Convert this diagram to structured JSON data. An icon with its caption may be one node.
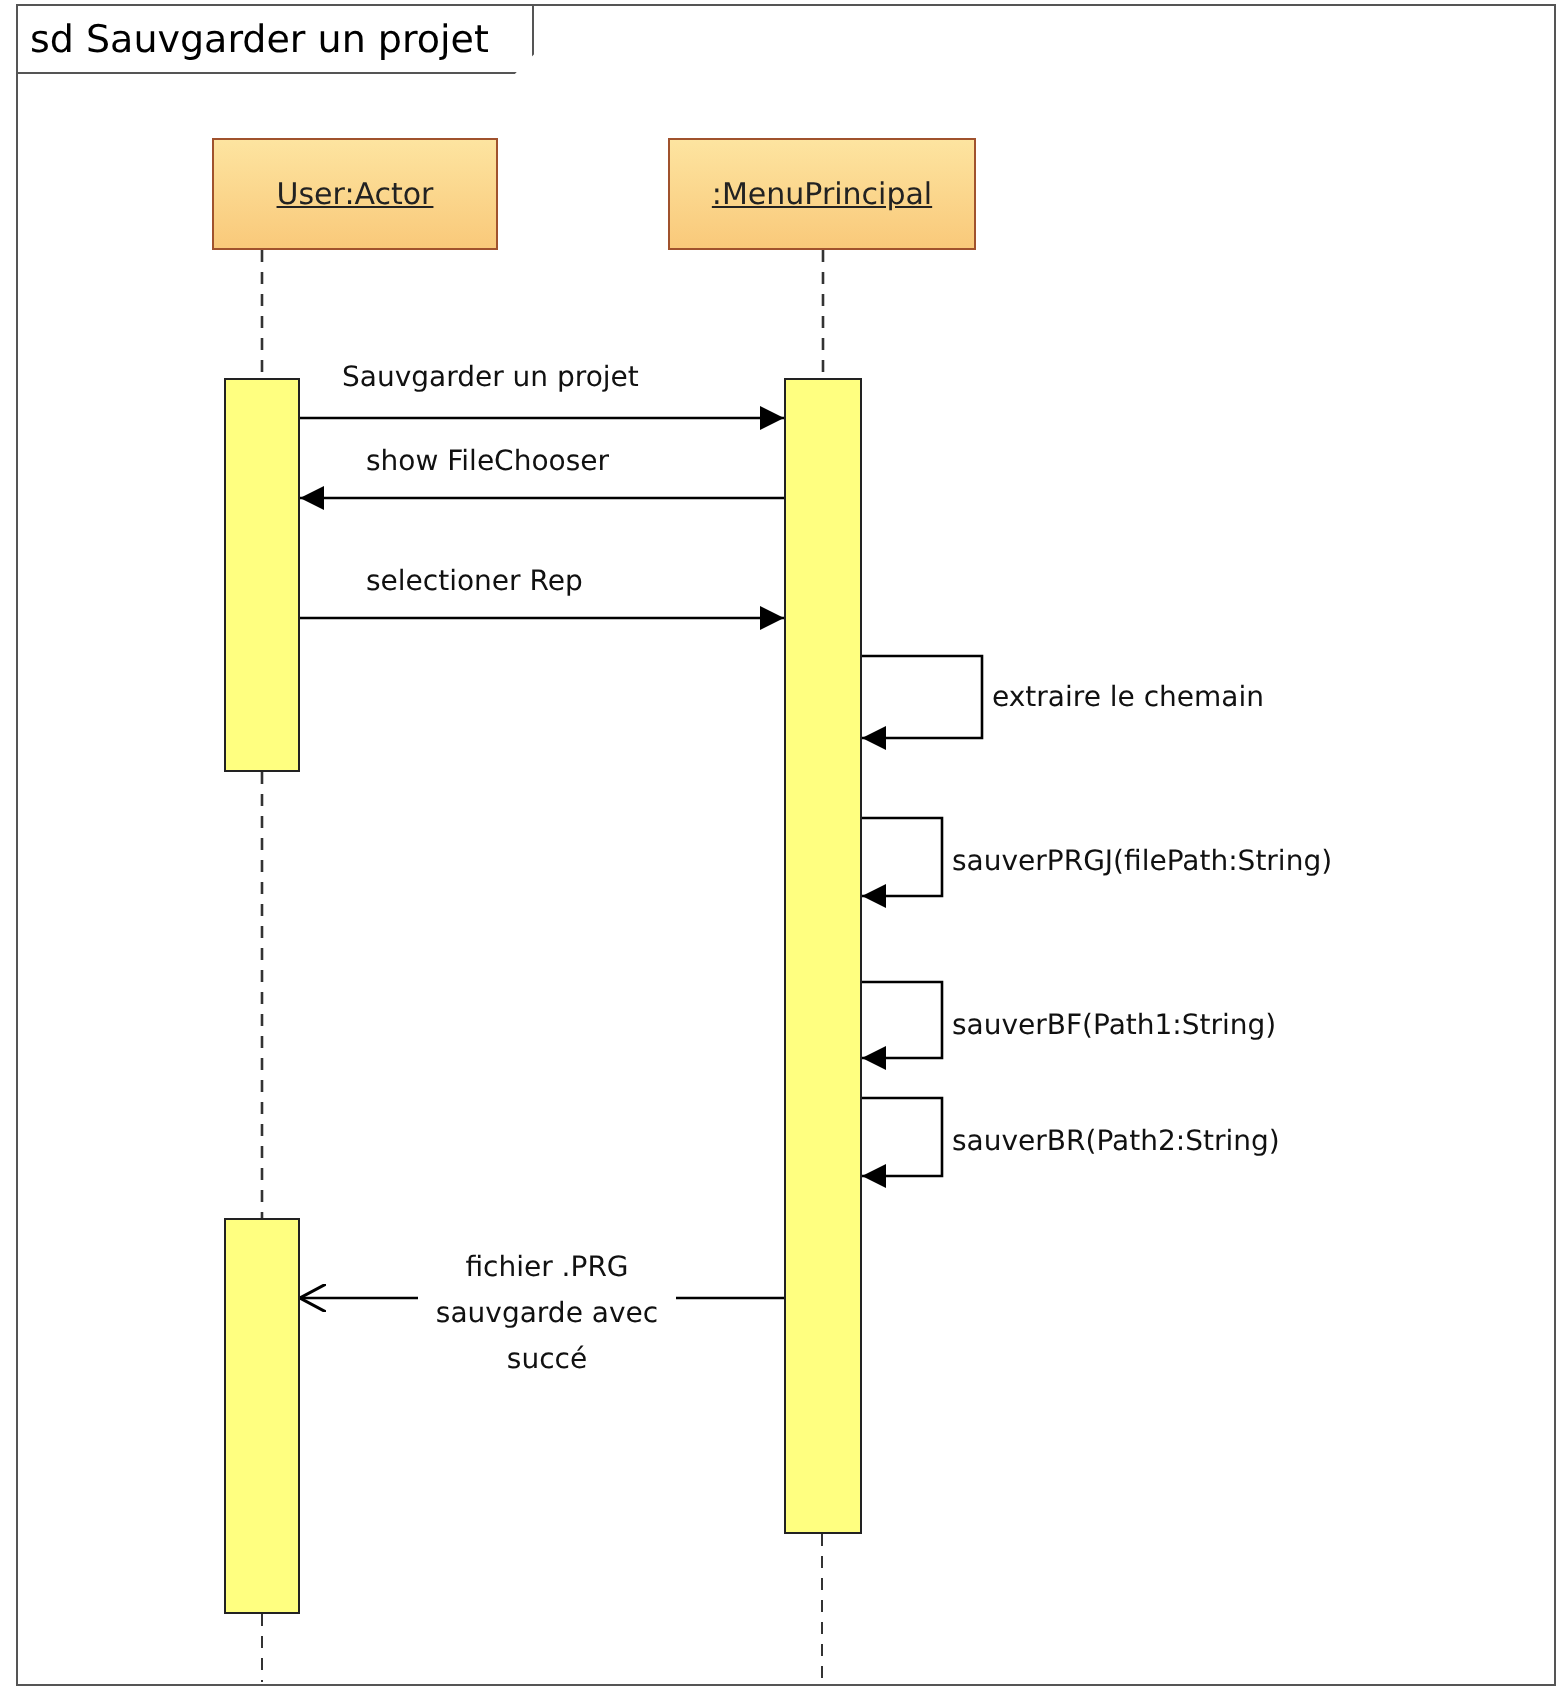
{
  "diagram": {
    "nodes": [
      {
        "text": [
          "sd Sauvgarder un projet"
        ]
      },
      {
        "text": [
          "User:Actor"
        ],
        "in": 0
      },
      {
        "text": [
          ":MenuPrincipal"
        ],
        "in": 0
      },
      {
        "text": [],
        "shape": "bar",
        "in": 0
      },
      {
        "text": [],
        "shape": "bar",
        "in": 0
      },
      {
        "text": [],
        "shape": "bar",
        "in": 0
      }
    ],
    "edges": [
      {
        "from": 1,
        "to": 3,
        "arrow": "none",
        "style": "dashed"
      },
      {
        "from": 3,
        "to": 5,
        "arrow": "none",
        "style": "dashed"
      },
      {
        "from": 2,
        "to": 4,
        "arrow": "none",
        "style": "dashed"
      },
      {
        "from": 3,
        "to": 4,
        "arrow": "to",
        "label": "Sauvgarder un projet"
      },
      {
        "from": 4,
        "to": 3,
        "arrow": "to",
        "label": "show FileChooser"
      },
      {
        "from": 3,
        "to": 4,
        "arrow": "to",
        "label": "selectioner Rep"
      },
      {
        "from": 4,
        "to": 4,
        "arrow": "to",
        "label": "extraire le chemain"
      },
      {
        "from": 4,
        "to": 4,
        "arrow": "to",
        "label": "sauverPRGJ(filePath:String)"
      },
      {
        "from": 4,
        "to": 4,
        "arrow": "to",
        "label": "sauverBF(Path1:String)"
      },
      {
        "from": 4,
        "to": 4,
        "arrow": "to",
        "label": "sauverBR(Path2:String)"
      },
      {
        "from": 4,
        "to": 5,
        "arrow": "to",
        "label": "fichier .PRG sauvgarde avec succé"
      }
    ]
  }
}
